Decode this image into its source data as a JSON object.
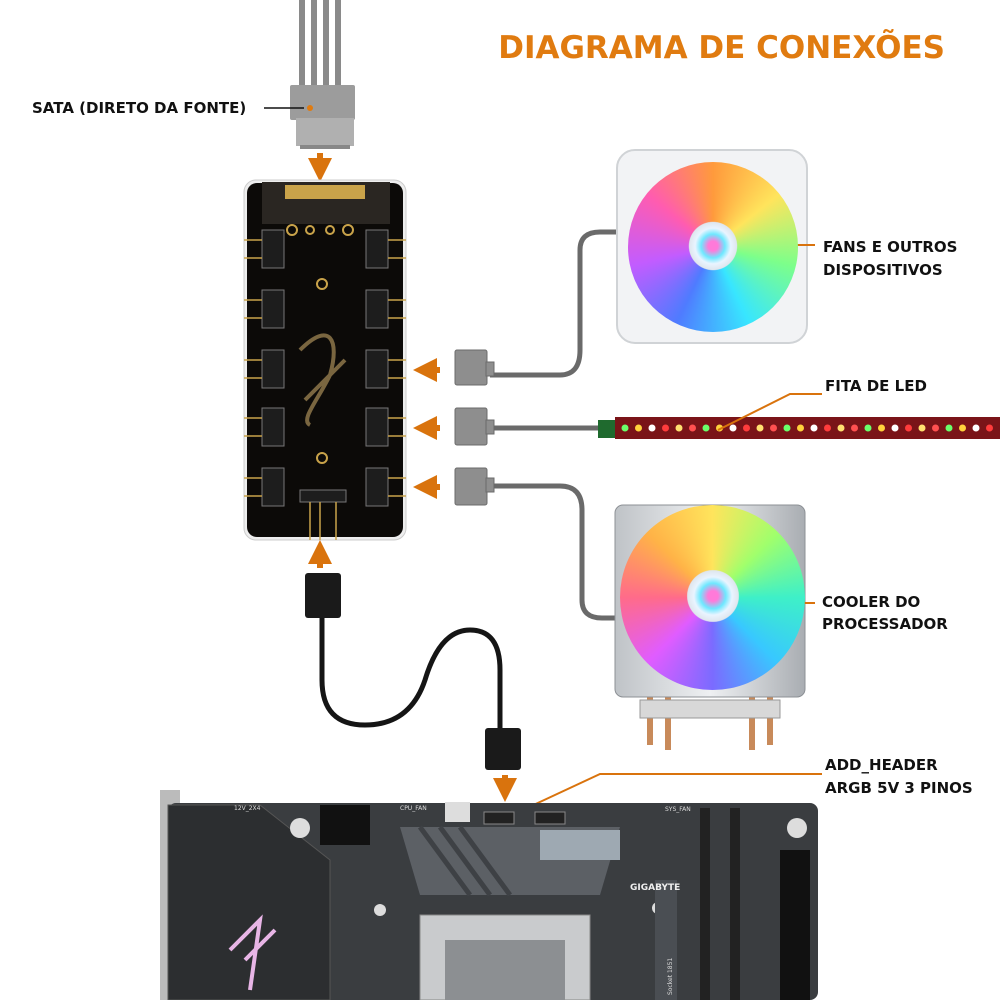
{
  "title": "DIAGRAMA DE CONEXÕES",
  "labels": {
    "sata": "SATA (DIRETO DA FONTE)",
    "fans_line1": "FANS E OUTROS",
    "fans_line2": "DISPOSITIVOS",
    "led": "FITA DE LED",
    "cooler_line1": "COOLER DO",
    "cooler_line2": "PROCESSADOR",
    "header_line1": "ADD_HEADER",
    "header_line2": "ARGB 5V 3 PINOS"
  },
  "motherboard": {
    "brand": "GIGABYTE",
    "power_connector": "12V_2X4",
    "cpu_fan": "CPU_FAN",
    "sys_fan": "SYS_FAN",
    "socket": "Socket 1851"
  },
  "colors": {
    "accent": "#e07b10",
    "arrow": "#d9730d"
  }
}
